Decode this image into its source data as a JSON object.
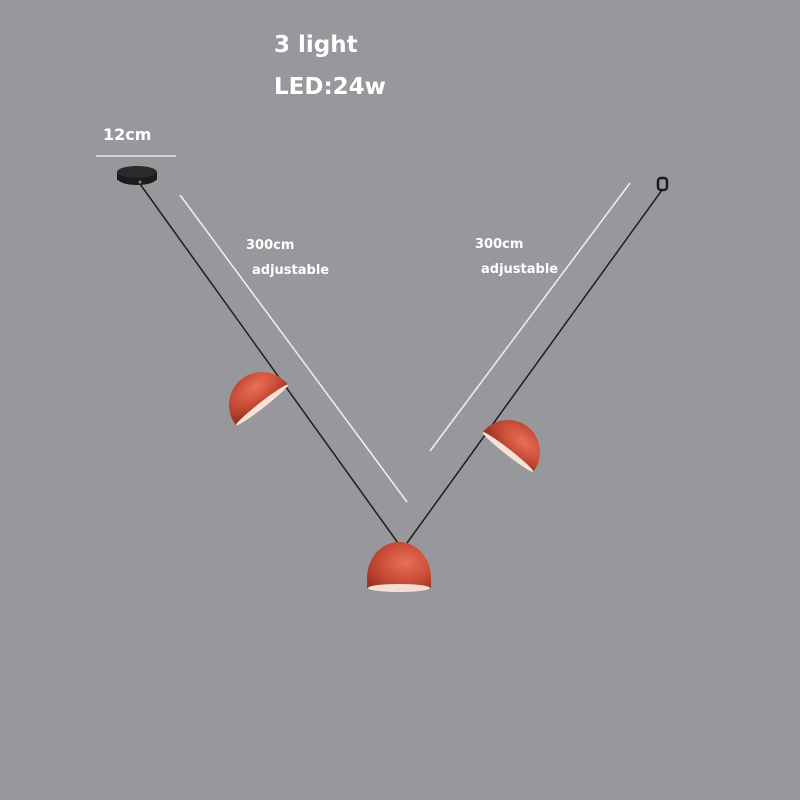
{
  "product": {
    "title": "3 light",
    "power": "LED:24w"
  },
  "dimensions": {
    "canopy_width": "12cm",
    "left_cable": {
      "length": "300cm",
      "note": "adjustable"
    },
    "right_cable": {
      "length": "300cm",
      "note": "adjustable"
    }
  },
  "colors": {
    "background": "#98989c",
    "shade": "#c9503a",
    "cable": "#1e1e1e",
    "annotation": "#ffffff"
  },
  "lights": [
    {
      "id": "left-shade",
      "position": "upper-left"
    },
    {
      "id": "center-shade",
      "position": "bottom-center"
    },
    {
      "id": "right-shade",
      "position": "upper-right"
    }
  ]
}
